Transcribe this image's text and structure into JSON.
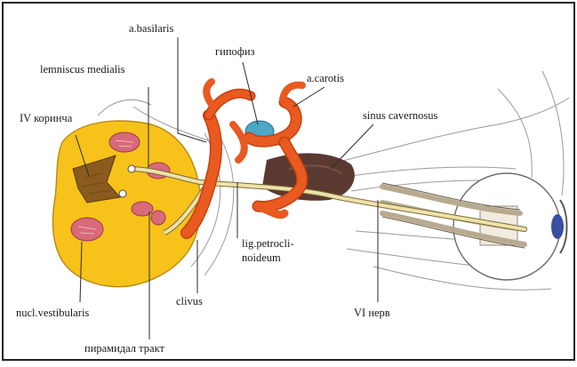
{
  "labels": {
    "basilaris": "a.basilaris",
    "lemniscus": "lemniscus medialis",
    "hypophysis": "гипофиз",
    "carotis": "a.carotis",
    "nucleus_iv": "IV коринча",
    "sinus": "sinus cavernosus",
    "ligament_1": "lig.petrocli-",
    "ligament_2": "noideum",
    "clivus": "clivus",
    "vestibular": "nucl.vestibularis",
    "nerve_vi": "VI нерв",
    "pyramidal": "пирамидал тракт"
  },
  "colors": {
    "brainstem": "#f7c21a",
    "brainstem_edge": "#b88a10",
    "artery": "#e85a1f",
    "artery_dark": "#c8400f",
    "nerve": "#efe2a8",
    "nuclei": "#d86a7a",
    "ventricle": "#8a5a1e",
    "hypophysis": "#4aa8c8",
    "sinus": "#5a3a30",
    "eye": "#3a4fa0"
  }
}
